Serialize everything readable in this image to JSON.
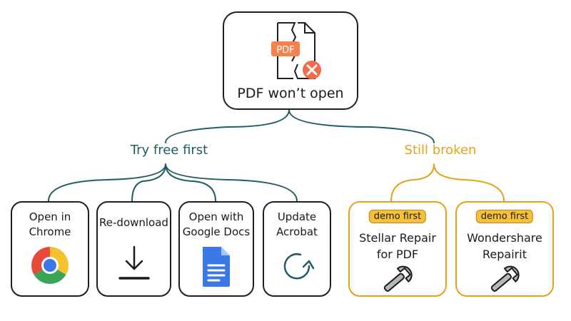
{
  "root": {
    "label": "PDF won’t open",
    "icon_text": "PDF",
    "icon": "broken-pdf-icon"
  },
  "branches": {
    "free": {
      "label": "Try free first",
      "color": "#1f5c63"
    },
    "broken": {
      "label": "Still broken",
      "color": "#e3a21a"
    }
  },
  "free_options": [
    {
      "label": "Open in\nChrome",
      "icon": "chrome-icon"
    },
    {
      "label": "Re-download",
      "icon": "download-icon"
    },
    {
      "label": "Open with\nGoogle Docs",
      "icon": "google-docs-icon"
    },
    {
      "label": "Update\nAcrobat",
      "icon": "refresh-icon"
    }
  ],
  "paid_options": [
    {
      "badge": "demo first",
      "label": "Stellar Repair\nfor PDF",
      "icon": "wrench-icon"
    },
    {
      "badge": "demo first",
      "label": "Wondershare\nRepairit",
      "icon": "wrench-icon"
    }
  ],
  "colors": {
    "accent_orange": "#f4834e",
    "error_red": "#f26a4b",
    "docs_blue": "#3b78e7"
  }
}
